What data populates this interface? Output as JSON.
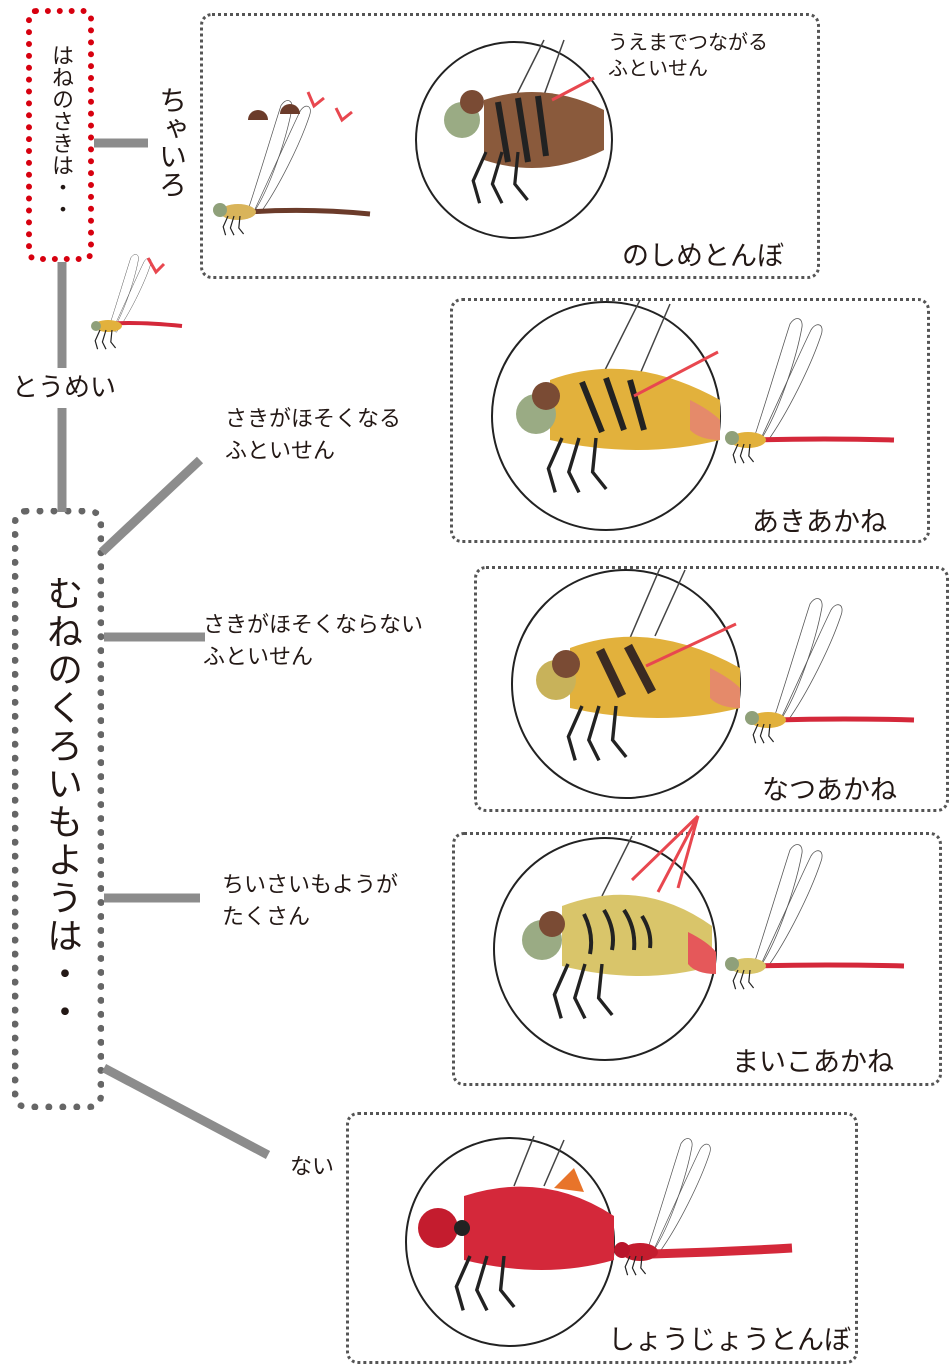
{
  "question_wing_tip": "はねのさきは・・",
  "question_thorax_pattern": "むねのくろいもようは・・",
  "wing_tip_options": {
    "brown": "ちゃいろ",
    "clear": "とうめい"
  },
  "pattern_options": {
    "tapering_line": [
      "さきがほそくなる",
      "ふといせん"
    ],
    "non_tapering_line": [
      "さきがほそくならない",
      "ふといせん"
    ],
    "many_small_marks": [
      "ちいさいもようが",
      "たくさん"
    ],
    "none": "ない"
  },
  "nosime_note": [
    "うえまでつながる",
    "ふといせん"
  ],
  "species": {
    "nosime": "のしめとんぼ",
    "akiakane": "あきあかね",
    "natsuakane": "なつあかね",
    "maikoakane": "まいこあかね",
    "shojo": "しょうじょうとんぼ"
  },
  "colors": {
    "red_dotted_frame": "#d7000f",
    "connector_gray": "#8c8c8c",
    "arrow_red": "#e8474f",
    "dragonfly_red": "#d4283a",
    "dragonfly_yellow": "#e2b13c",
    "dragonfly_brown": "#6b3b2a"
  }
}
